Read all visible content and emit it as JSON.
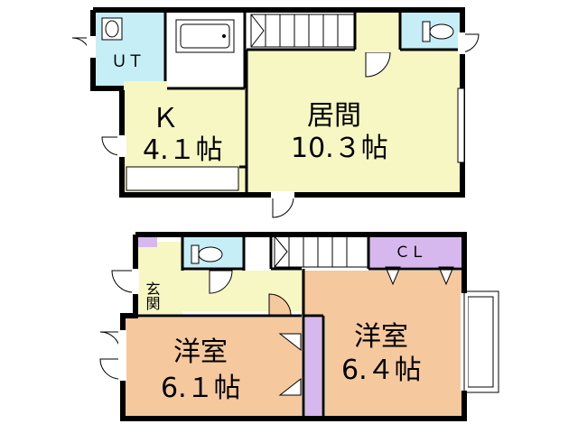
{
  "upper_floor": {
    "unit_bath": {
      "label": "ＵＴ",
      "fill": "#c6eef7"
    },
    "kitchen": {
      "name": "Ｋ",
      "size": "4.１帖",
      "fill": "#f6f7c2"
    },
    "living": {
      "name": "居間",
      "size": "10.３帖",
      "fill": "#f6f7c2"
    },
    "toilet": {
      "fill": "#c6eef7"
    }
  },
  "lower_floor": {
    "entrance": {
      "label": "玄関",
      "fill": "#f6f7c2"
    },
    "closet": {
      "label": "ＣＬ",
      "fill": "#d7b8ee"
    },
    "western_room_a": {
      "name": "洋室",
      "size": "6.１帖",
      "fill": "#f5c89e"
    },
    "western_room_b": {
      "name": "洋室",
      "size": "6.４帖",
      "fill": "#f5c89e"
    },
    "toilet": {
      "fill": "#c6eef7"
    },
    "storage_fill": "#d7b8ee"
  },
  "wall_color": "#000000"
}
